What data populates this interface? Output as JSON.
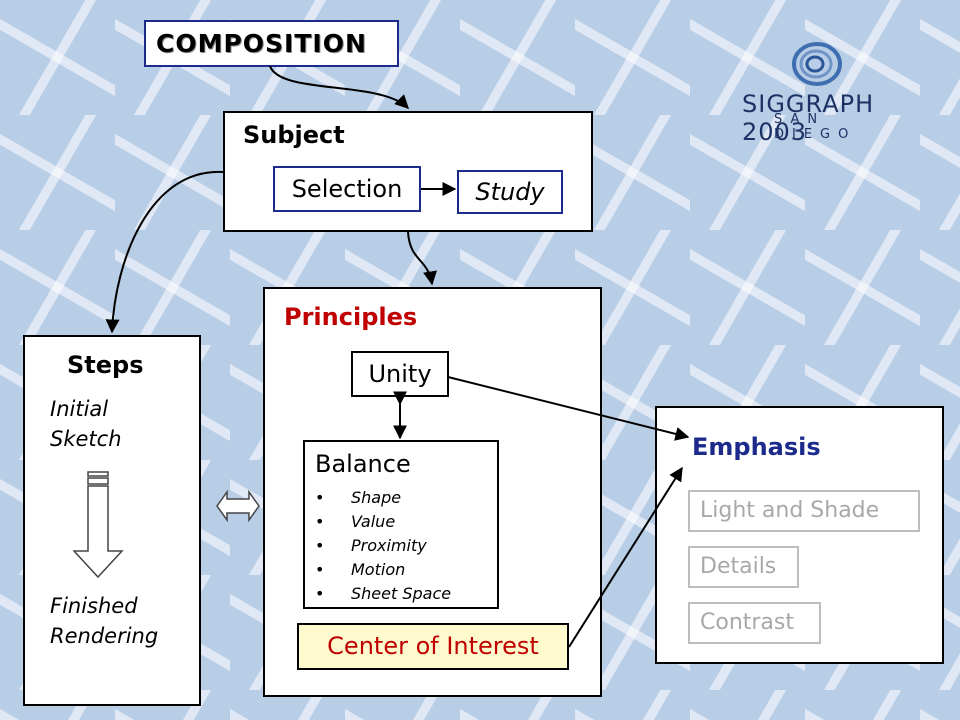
{
  "title": "COMPOSITION",
  "logo": {
    "text": "SIGGRAPH 2003",
    "sub": "SAN DIEGO"
  },
  "subject": {
    "title": "Subject",
    "selection": "Selection",
    "study": "Study"
  },
  "steps": {
    "title": "Steps",
    "initial_line1": "Initial",
    "initial_line2": "Sketch",
    "finished_line1": "Finished",
    "finished_line2": "Rendering"
  },
  "principles": {
    "title": "Principles",
    "unity": "Unity",
    "balance": {
      "title": "Balance",
      "items": [
        "Shape",
        "Value",
        "Proximity",
        "Motion",
        "Sheet Space"
      ]
    },
    "center_of_interest": "Center of Interest"
  },
  "emphasis": {
    "title": "Emphasis",
    "items": [
      "Light and Shade",
      "Details",
      "Contrast"
    ]
  },
  "colors": {
    "background": "#b8cde6",
    "principles_title": "#c00000",
    "emphasis_title": "#1c2a8c",
    "center_fill": "#fffacd",
    "disabled_text": "#a8a8a8"
  }
}
